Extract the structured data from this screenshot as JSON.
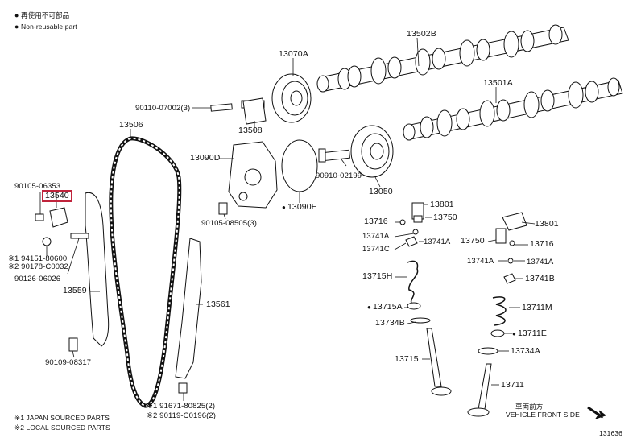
{
  "legend": {
    "circle_jp": "再使用不可部品",
    "circle_en": "Non-reusable part",
    "star1": "※1 JAPAN SOURCED PARTS",
    "star2": "※2 LOCAL SOURCED PARTS"
  },
  "front_dir": {
    "jp": "車両前方",
    "en": "VEHICLE FRONT SIDE"
  },
  "diagram_code": "131636",
  "highlight_color": "#c0243c",
  "labels": {
    "p13502B": "13502B",
    "p13070A": "13070A",
    "p13501A": "13501A",
    "p90110": "90110-07002(3)",
    "p13506": "13506",
    "p13508": "13508",
    "p13090D": "13090D",
    "p90910": "90910-02199",
    "p13050": "13050",
    "p90105_06353": "90105-06353",
    "p13540": "13540",
    "p13090E": "13090E",
    "p90105_08505": "90105-08505(3)",
    "p94151": "※1 94151-80600",
    "p90178": "※2 90178-C0032",
    "p90126": "90126-06026",
    "p13559": "13559",
    "p13561": "13561",
    "p90109": "90109-08317",
    "p91671": "※1 91671-80825(2)",
    "p90119": "※2 90119-C0196(2)",
    "p13801a": "13801",
    "p13716a": "13716",
    "p13750a": "13750",
    "p13741Aa": "13741A",
    "p13741Ab": "13741A",
    "p13741C": "13741C",
    "p13715H": "13715H",
    "p13715A": "13715A",
    "p13734B": "13734B",
    "p13715": "13715",
    "p13801b": "13801",
    "p13750b": "13750",
    "p13716b": "13716",
    "p13741Ac": "13741A",
    "p13741Ad": "13741A",
    "p13741B": "13741B",
    "p13711M": "13711M",
    "p13711E": "13711E",
    "p13734A": "13734A",
    "p13711": "13711"
  }
}
